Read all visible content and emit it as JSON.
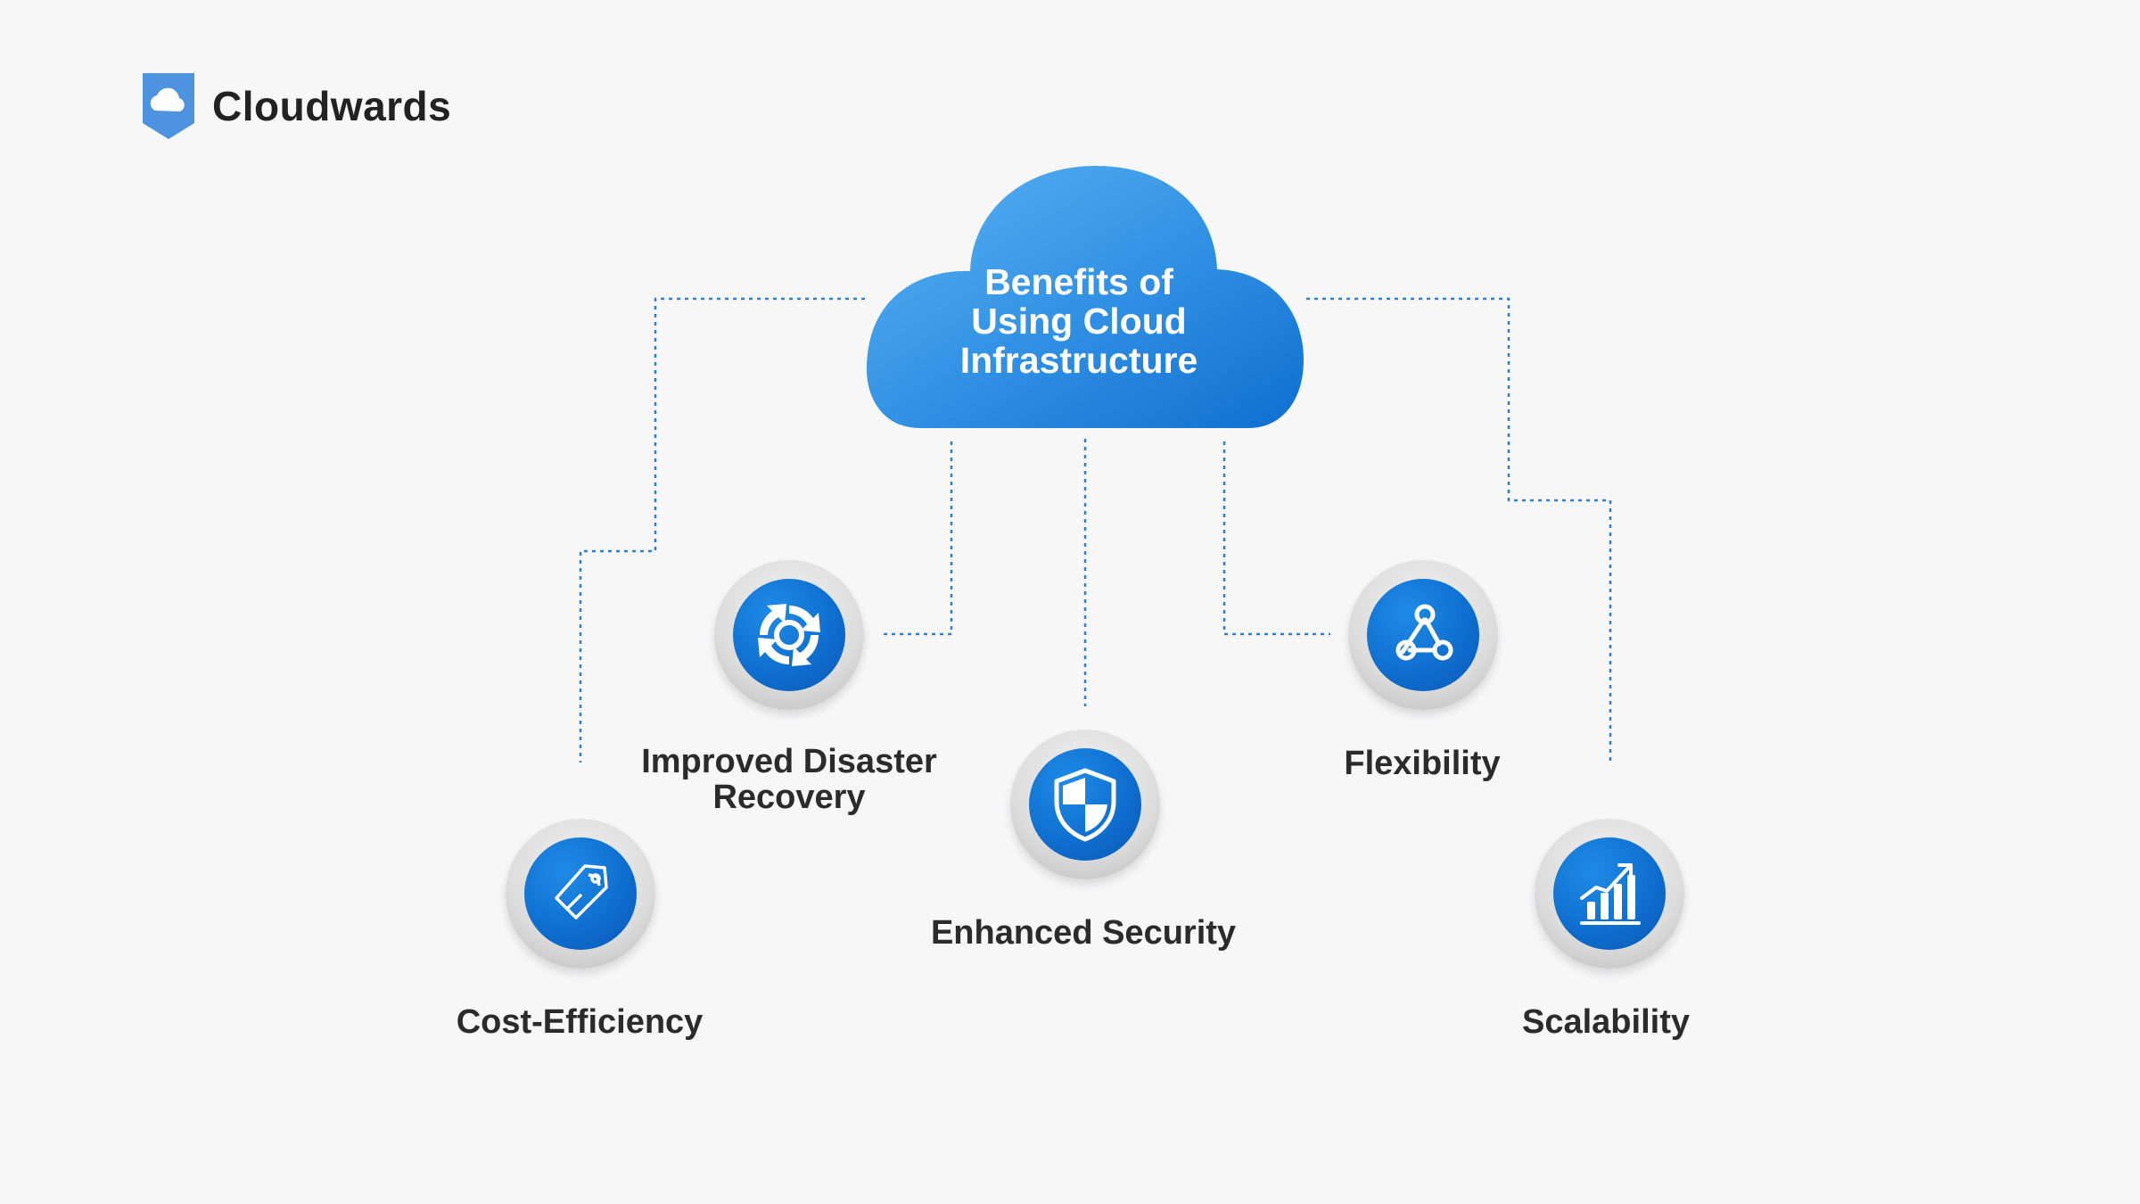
{
  "brand": {
    "name": "Cloudwards",
    "logo_color": "#4d93e0"
  },
  "diagram": {
    "title": "Benefits of\nUsing Cloud\nInfrastructure",
    "cloud_gradient": [
      "#57b0f2",
      "#0f6fd0"
    ],
    "connector_color": "#2f7fd1",
    "nodes": [
      {
        "id": "cost",
        "label": "Cost-Efficiency",
        "icon": "price-tag-icon"
      },
      {
        "id": "recovery",
        "label": "Improved Disaster\nRecovery",
        "icon": "recovery-arrows-icon"
      },
      {
        "id": "security",
        "label": "Enhanced Security",
        "icon": "shield-icon"
      },
      {
        "id": "flexibility",
        "label": "Flexibility",
        "icon": "network-nodes-icon"
      },
      {
        "id": "scalability",
        "label": "Scalability",
        "icon": "growth-chart-icon"
      }
    ]
  }
}
